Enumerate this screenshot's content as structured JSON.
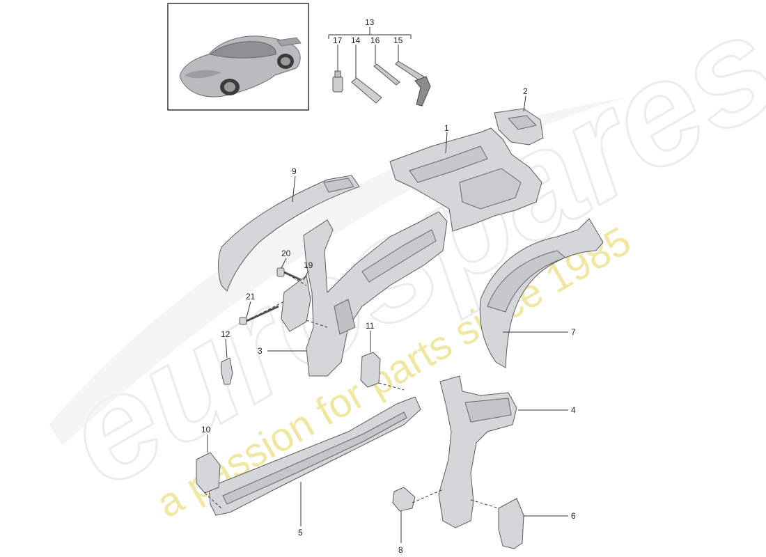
{
  "watermark": {
    "brand": "eurospares",
    "tagline": "a passion for parts since 1985"
  },
  "callouts": {
    "c1": "1",
    "c2": "2",
    "c3": "3",
    "c4": "4",
    "c5": "5",
    "c6": "6",
    "c7": "7",
    "c8": "8",
    "c9": "9",
    "c10": "10",
    "c11": "11",
    "c12": "12",
    "c13": "13",
    "c14": "14",
    "c15": "15",
    "c16": "16",
    "c17": "17",
    "c19": "19",
    "c20": "20",
    "c21": "21"
  },
  "colors": {
    "part_fill": "#d4d6d8",
    "part_stroke": "#5a5a5a",
    "leader": "#333333",
    "watermark_tagline": "#efe7a2",
    "watermark_brand": "#ececec"
  }
}
